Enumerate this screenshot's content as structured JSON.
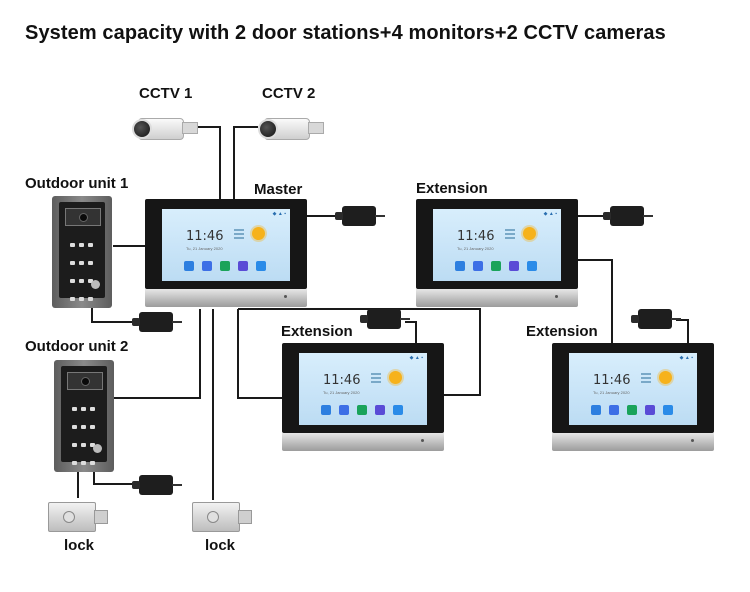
{
  "title": "System capacity with 2 door stations+4 monitors+2 CCTV cameras",
  "labels": {
    "cctv1": "CCTV 1",
    "cctv2": "CCTV 2",
    "outdoor1": "Outdoor unit 1",
    "outdoor2": "Outdoor unit 2",
    "master": "Master",
    "extension_top": "Extension",
    "extension_mid": "Extension",
    "extension_right": "Extension",
    "lock1": "lock",
    "lock2": "lock"
  },
  "monitor_screen": {
    "time": "11:46",
    "date": "Tu, 21 January 2020"
  },
  "colors": {
    "wire": "#1a1a1a",
    "bezel": "#161616",
    "screen": "#c7e3f7"
  }
}
